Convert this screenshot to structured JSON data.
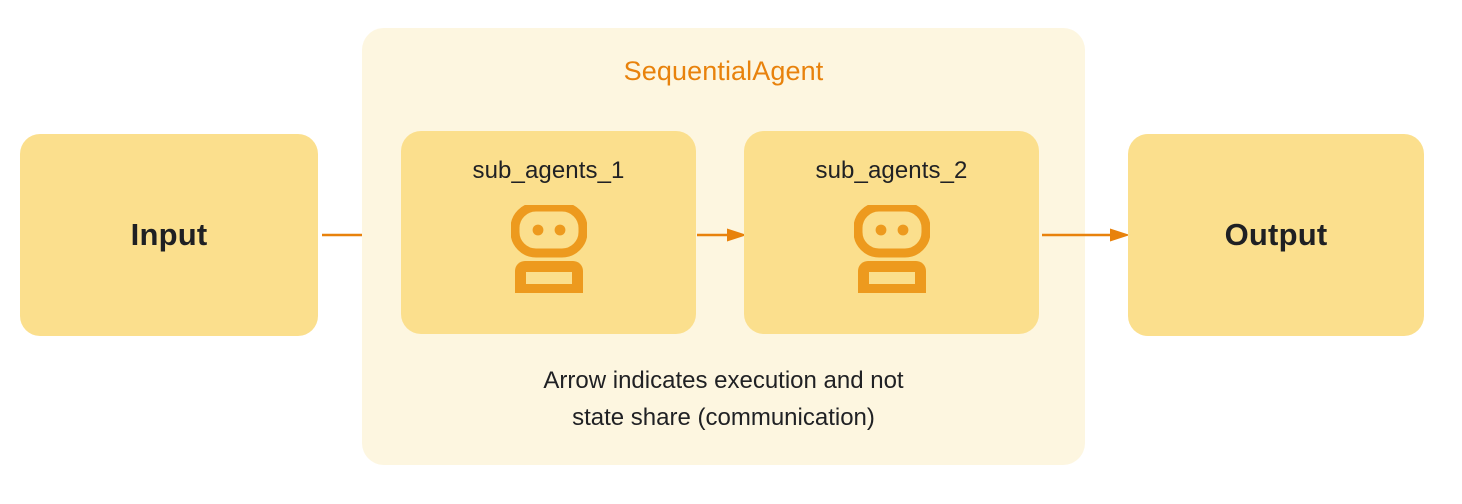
{
  "diagram": {
    "title": "SequentialAgent",
    "caption_line_1": "Arrow indicates execution and not",
    "caption_line_2": "state share (communication)",
    "input_label": "Input",
    "output_label": "Output",
    "sub_agents": [
      {
        "label": "sub_agents_1",
        "icon": "robot-icon"
      },
      {
        "label": "sub_agents_2",
        "icon": "robot-icon"
      }
    ],
    "arrows": [
      {
        "name": "arrow-input-to-sub1"
      },
      {
        "name": "arrow-sub1-to-sub2"
      },
      {
        "name": "arrow-sub2-to-output"
      }
    ],
    "colors": {
      "page_background": "#FFFFFF",
      "container_background": "#FDF6E0",
      "box_background": "#FBDF8D",
      "title_orange": "#E8820C",
      "icon_orange": "#ED9A1E",
      "arrow_orange": "#E8820C",
      "text_dark": "#202124"
    }
  }
}
